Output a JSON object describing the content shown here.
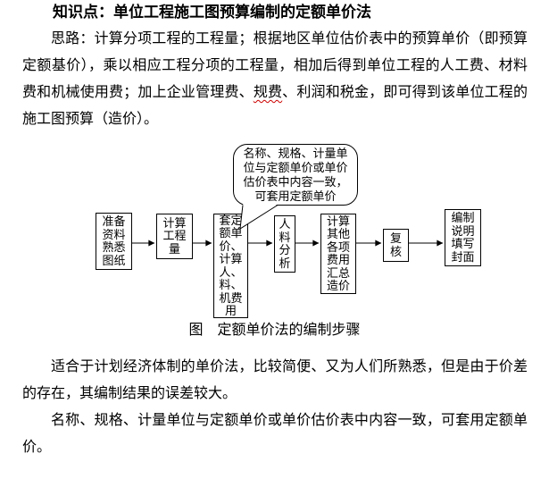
{
  "title": "知识点：单位工程施工图预算编制的定额单价法",
  "paragraph1": {
    "pre": "思路：计算分项工程的工程量；根据地区单位估价表中的预算单价（即预算定额基价），乘以相应工程分项的工程量，相加后得到单位工程的人工费、材料费和机械使用费；加上企业管理费、",
    "flagged": "规费",
    "post": "、利润和税金，即可得到该单位工程的施工图预算（造价）。"
  },
  "flowchart": {
    "callout": {
      "text": "名称、规格、计量单\n位与定额单价或单价\n估价表中内容一致，\n可套用定额单价"
    },
    "steps": [
      {
        "id": "prepare-data",
        "label": "准备\n资料\n熟悉\n图纸"
      },
      {
        "id": "calc-quantity",
        "label": "计算\n工程\n量"
      },
      {
        "id": "apply-unit-price",
        "label": "套定\n额单\n价、\n计算\n人、\n料、\n机费\n用"
      },
      {
        "id": "labor-material-analysis",
        "label": "人\n料\n分\n析"
      },
      {
        "id": "sum-other-costs",
        "label": "计算\n其他\n各项\n费用\n汇总\n造价"
      },
      {
        "id": "review",
        "label": "复\n核"
      },
      {
        "id": "compile-cover",
        "label": "编制\n说明\n填写\n封面"
      }
    ],
    "caption": "图　定额单价法的编制步骤"
  },
  "paragraph2": "适合于计划经济体制的单价法，比较简便、又为人们所熟悉，但是由于价差的存在，其编制结果的误差较大。",
  "paragraph3": "名称、规格、计量单位与定额单价或单价估价表中内容一致，可套用定额单价。",
  "colors": {
    "text": "#000000",
    "background": "#ffffff",
    "box_border": "#000000",
    "spellcheck_underline": "#cc0000"
  }
}
